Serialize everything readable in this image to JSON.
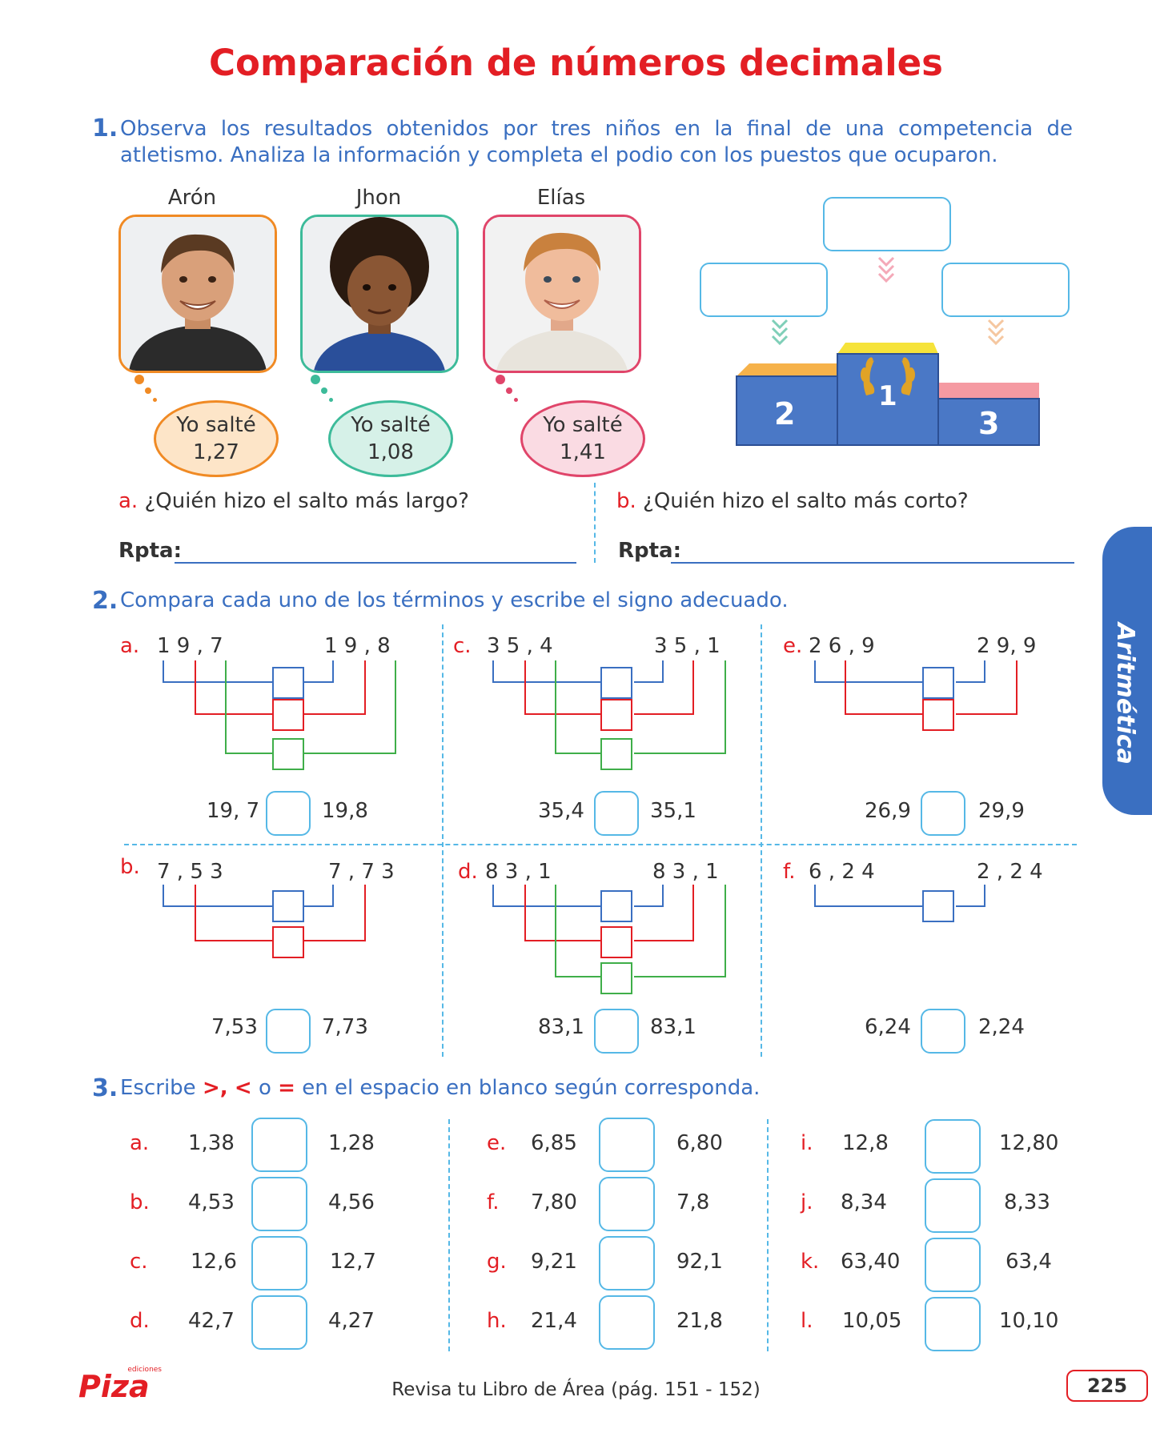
{
  "title": "Comparación de números decimales",
  "q1": {
    "num": "1.",
    "text": "Observa los resultados obtenidos por tres niños en la final de una competencia de atletismo. Analiza la información y completa el podio con los puestos que ocuparon.",
    "kids": [
      {
        "name": "Arón",
        "line1": "Yo salté",
        "line2": "1,27",
        "color": "#f08a24",
        "fill": "#fde5c8"
      },
      {
        "name": "Jhon",
        "line1": "Yo salté",
        "line2": "1,08",
        "color": "#3dbb9a",
        "fill": "#d6f1e8"
      },
      {
        "name": "Elías",
        "line1": "Yo salté",
        "line2": "1,41",
        "color": "#e0456a",
        "fill": "#fadbe3"
      }
    ],
    "podium": {
      "first": "1",
      "second": "2",
      "third": "3"
    },
    "a_letter": "a.",
    "a_text": "¿Quién hizo el salto más largo?",
    "b_letter": "b.",
    "b_text": "¿Quién hizo el salto más corto?",
    "rpta": "Rpta:"
  },
  "q2": {
    "num": "2.",
    "text": "Compara cada uno de los términos y escribe el signo adecuado.",
    "items": [
      {
        "letter": "a.",
        "left": "1 9 , 7",
        "right": "1 9 , 8",
        "a": "19, 7",
        "b": "19,8"
      },
      {
        "letter": "c.",
        "left": "3 5 , 4",
        "right": "3 5 , 1",
        "a": "35,4",
        "b": "35,1"
      },
      {
        "letter": "e.",
        "left": "2 6 , 9",
        "right": "2 9, 9",
        "a": "26,9",
        "b": "29,9"
      },
      {
        "letter": "b.",
        "left": "7 , 5 3",
        "right": "7 , 7 3",
        "a": "7,53",
        "b": "7,73"
      },
      {
        "letter": "d.",
        "left": "8 3 , 1",
        "right": "8 3 , 1",
        "a": "83,1",
        "b": "83,1"
      },
      {
        "letter": "f.",
        "left": "6 , 2 4",
        "right": "2 , 2 4",
        "a": "6,24",
        "b": "2,24"
      }
    ]
  },
  "q3": {
    "num": "3.",
    "t1": "Escribe",
    "s1": ">,",
    "s2": "<",
    "t2": "o",
    "s3": "=",
    "t3": "en el espacio en blanco según corresponda.",
    "cols": [
      [
        {
          "l": "a.",
          "a": "1,38",
          "b": "1,28"
        },
        {
          "l": "b.",
          "a": "4,53",
          "b": "4,56"
        },
        {
          "l": "c.",
          "a": "12,6",
          "b": "12,7"
        },
        {
          "l": "d.",
          "a": "42,7",
          "b": "4,27"
        }
      ],
      [
        {
          "l": "e.",
          "a": "6,85",
          "b": "6,80"
        },
        {
          "l": "f.",
          "a": "7,80",
          "b": "7,8"
        },
        {
          "l": "g.",
          "a": "9,21",
          "b": "92,1"
        },
        {
          "l": "h.",
          "a": "21,4",
          "b": "21,8"
        }
      ],
      [
        {
          "l": "i.",
          "a": "12,8",
          "b": "12,80"
        },
        {
          "l": "j.",
          "a": "8,34",
          "b": "8,33"
        },
        {
          "l": "k.",
          "a": "63,40",
          "b": "63,4"
        },
        {
          "l": "l.",
          "a": "10,05",
          "b": "10,10"
        }
      ]
    ]
  },
  "side_tab": "Aritmética",
  "footer": {
    "text": "Revisa tu Libro de Área (pág. 151 - 152)",
    "page": "225",
    "logo": "Piza",
    "logo_small": "ediciones"
  },
  "colors": {
    "blue": "#3a6fc1",
    "red": "#e31e24",
    "green": "#3fae49",
    "light_blue": "#55b8e6"
  }
}
